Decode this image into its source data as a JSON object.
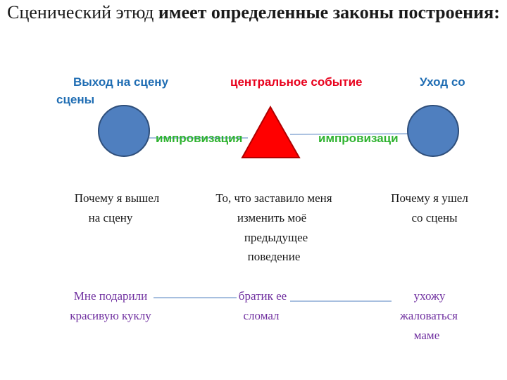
{
  "title": {
    "part1": "Сценический этюд",
    "part2": "имеет определенные законы построения:"
  },
  "labels": {
    "enter": "Выход на сцену",
    "event": "центральное событие",
    "exit_line1": "Уход со",
    "exit_line2": "сцены",
    "improv_left": "импровизация",
    "improv_right": "импровизаци"
  },
  "colors": {
    "blue_text": "#1f6db3",
    "red_text": "#e8001c",
    "green_text": "#2fb330",
    "circle_fill": "#4f7fbf",
    "circle_stroke": "#2e4e7a",
    "triangle_fill": "#ff0000",
    "triangle_stroke": "#b00000",
    "example_text": "#7030a0"
  },
  "columns": {
    "left": [
      "Почему я вышел",
      "на сцену"
    ],
    "middle": [
      "То, что заставило меня",
      "изменить моё",
      "предыдущее",
      "поведение"
    ],
    "right": [
      "Почему я ушел",
      "со сцены"
    ]
  },
  "example": {
    "left": [
      "Мне подарили",
      "красивую куклу"
    ],
    "middle": [
      "братик ее",
      "сломал"
    ],
    "right": [
      "ухожу",
      "жаловаться",
      "маме"
    ]
  }
}
